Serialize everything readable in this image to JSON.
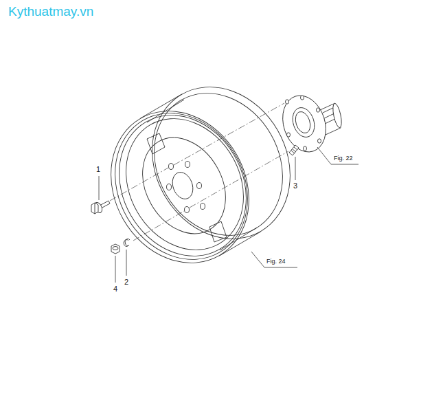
{
  "diagram": {
    "labels": [
      "Kythuatmay.vn",
      "1",
      "Fig. 22",
      "3",
      "Fig. 24",
      "2",
      "4"
    ]
  }
}
